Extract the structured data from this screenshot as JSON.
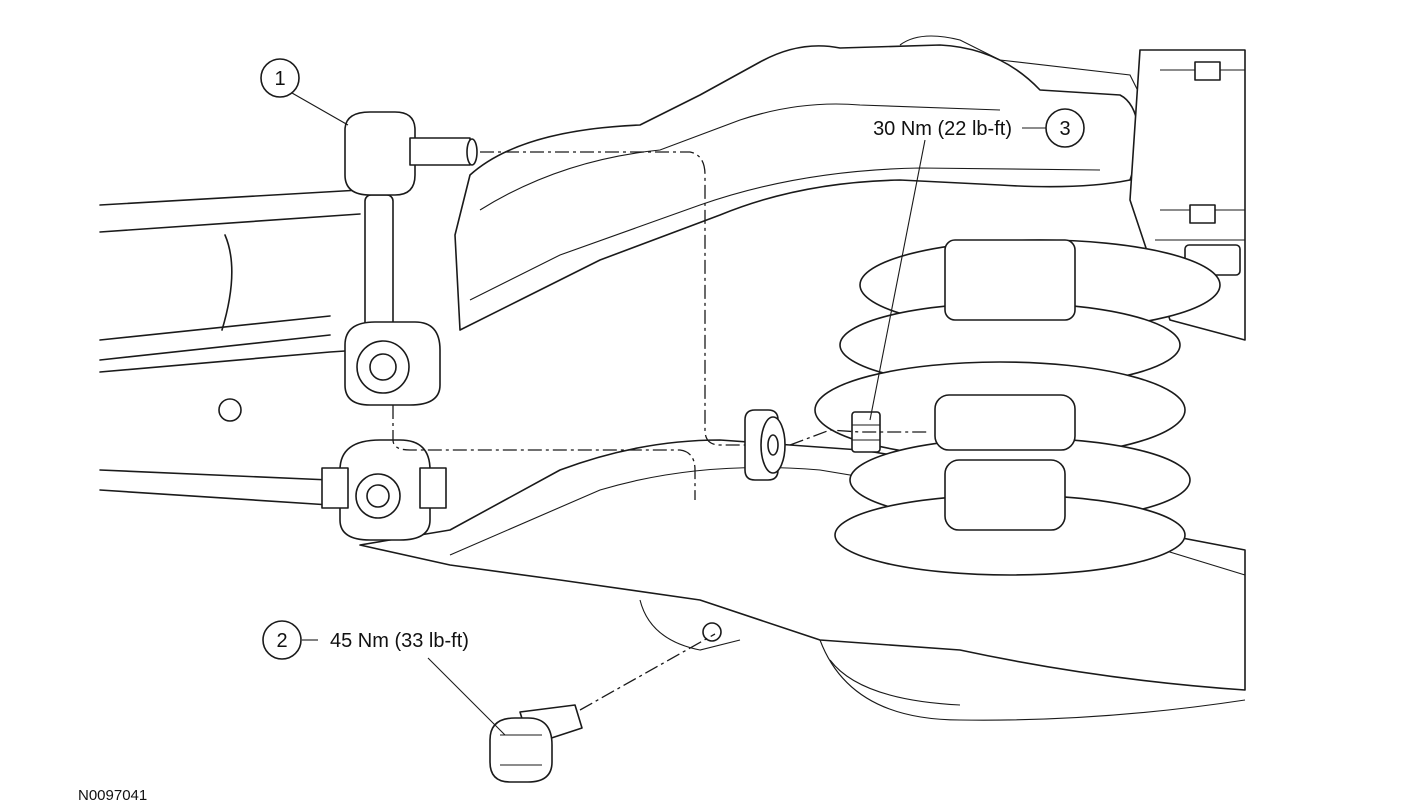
{
  "callouts": [
    {
      "number": "1"
    },
    {
      "number": "2",
      "torque": "45 Nm (33 lb-ft)"
    },
    {
      "number": "3",
      "torque": "30 Nm (22 lb-ft)"
    }
  ],
  "figure_id": "N0097041"
}
